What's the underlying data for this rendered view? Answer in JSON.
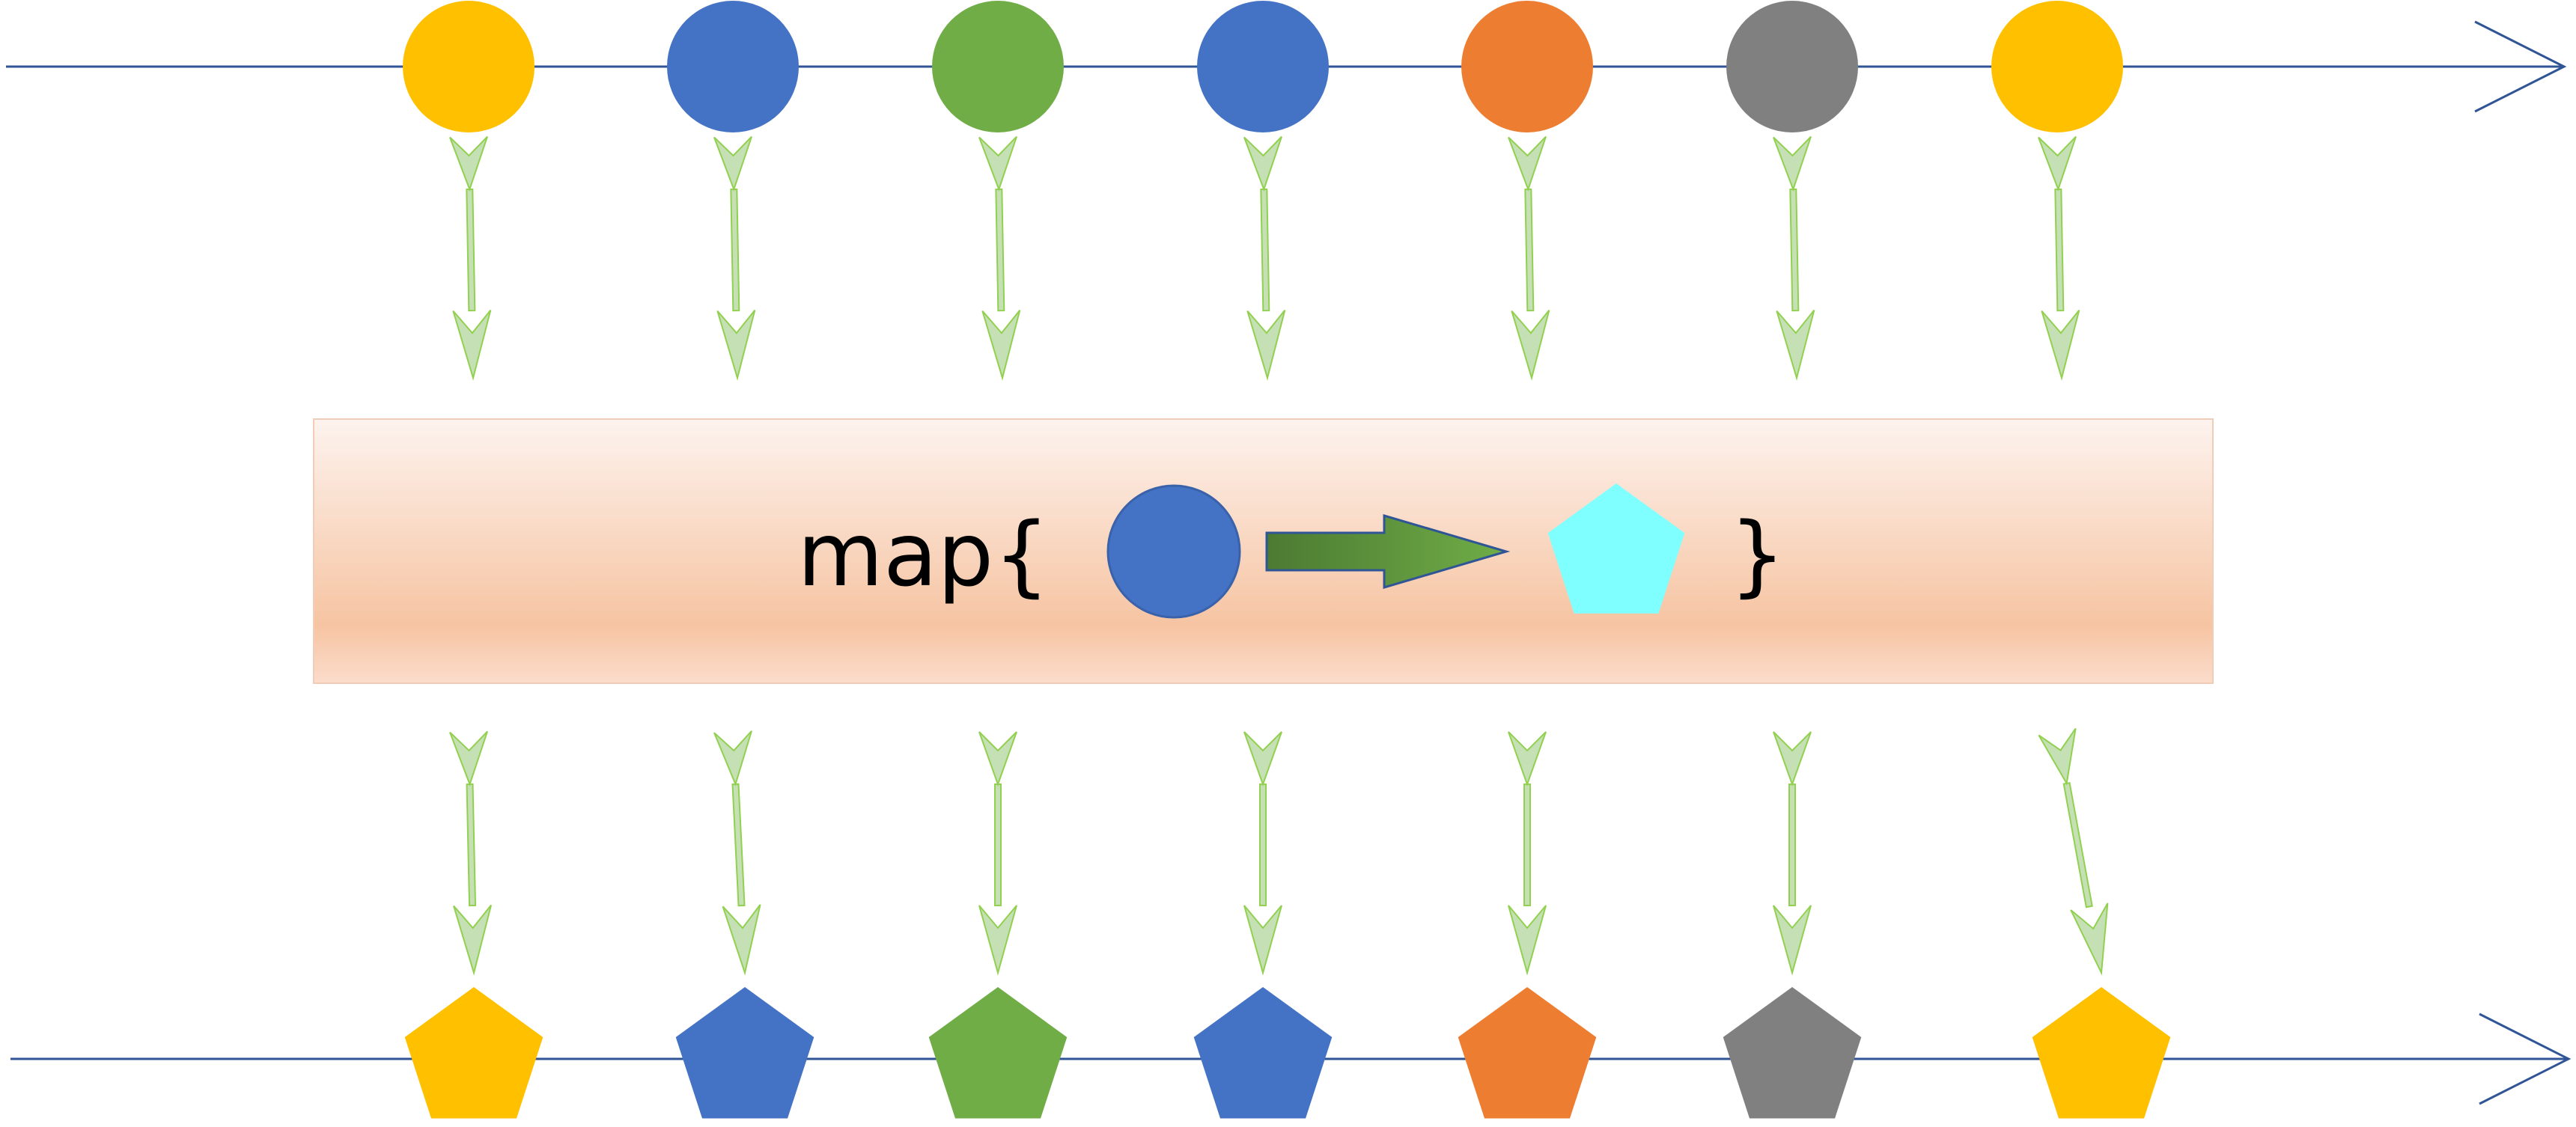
{
  "operator": {
    "text": "map{",
    "close": "}",
    "input_shape": "circle",
    "input_color": "#4472C4",
    "output_shape": "pentagon",
    "output_color": "#7FFFFF"
  },
  "input_stream": {
    "shape": "circle",
    "colors": [
      "#FFC000",
      "#4472C4",
      "#70AD47",
      "#4472C4",
      "#ED7D31",
      "#808080",
      "#FFC000"
    ]
  },
  "output_stream": {
    "shape": "pentagon",
    "colors": [
      "#FFC000",
      "#4472C4",
      "#70AD47",
      "#4472C4",
      "#ED7D31",
      "#808080",
      "#FFC000"
    ]
  },
  "style": {
    "timeline_color": "#2F5597",
    "flow_arrow_fill": "#C5E0B4",
    "flow_arrow_stroke": "#92D050",
    "box_gradient_top": "#FDF3EE",
    "box_gradient_mid": "#F6C4A2",
    "box_gradient_bottom": "#FBDCCB",
    "transform_arrow_dark": "#4C7A32",
    "transform_arrow_light": "#70AD47"
  }
}
